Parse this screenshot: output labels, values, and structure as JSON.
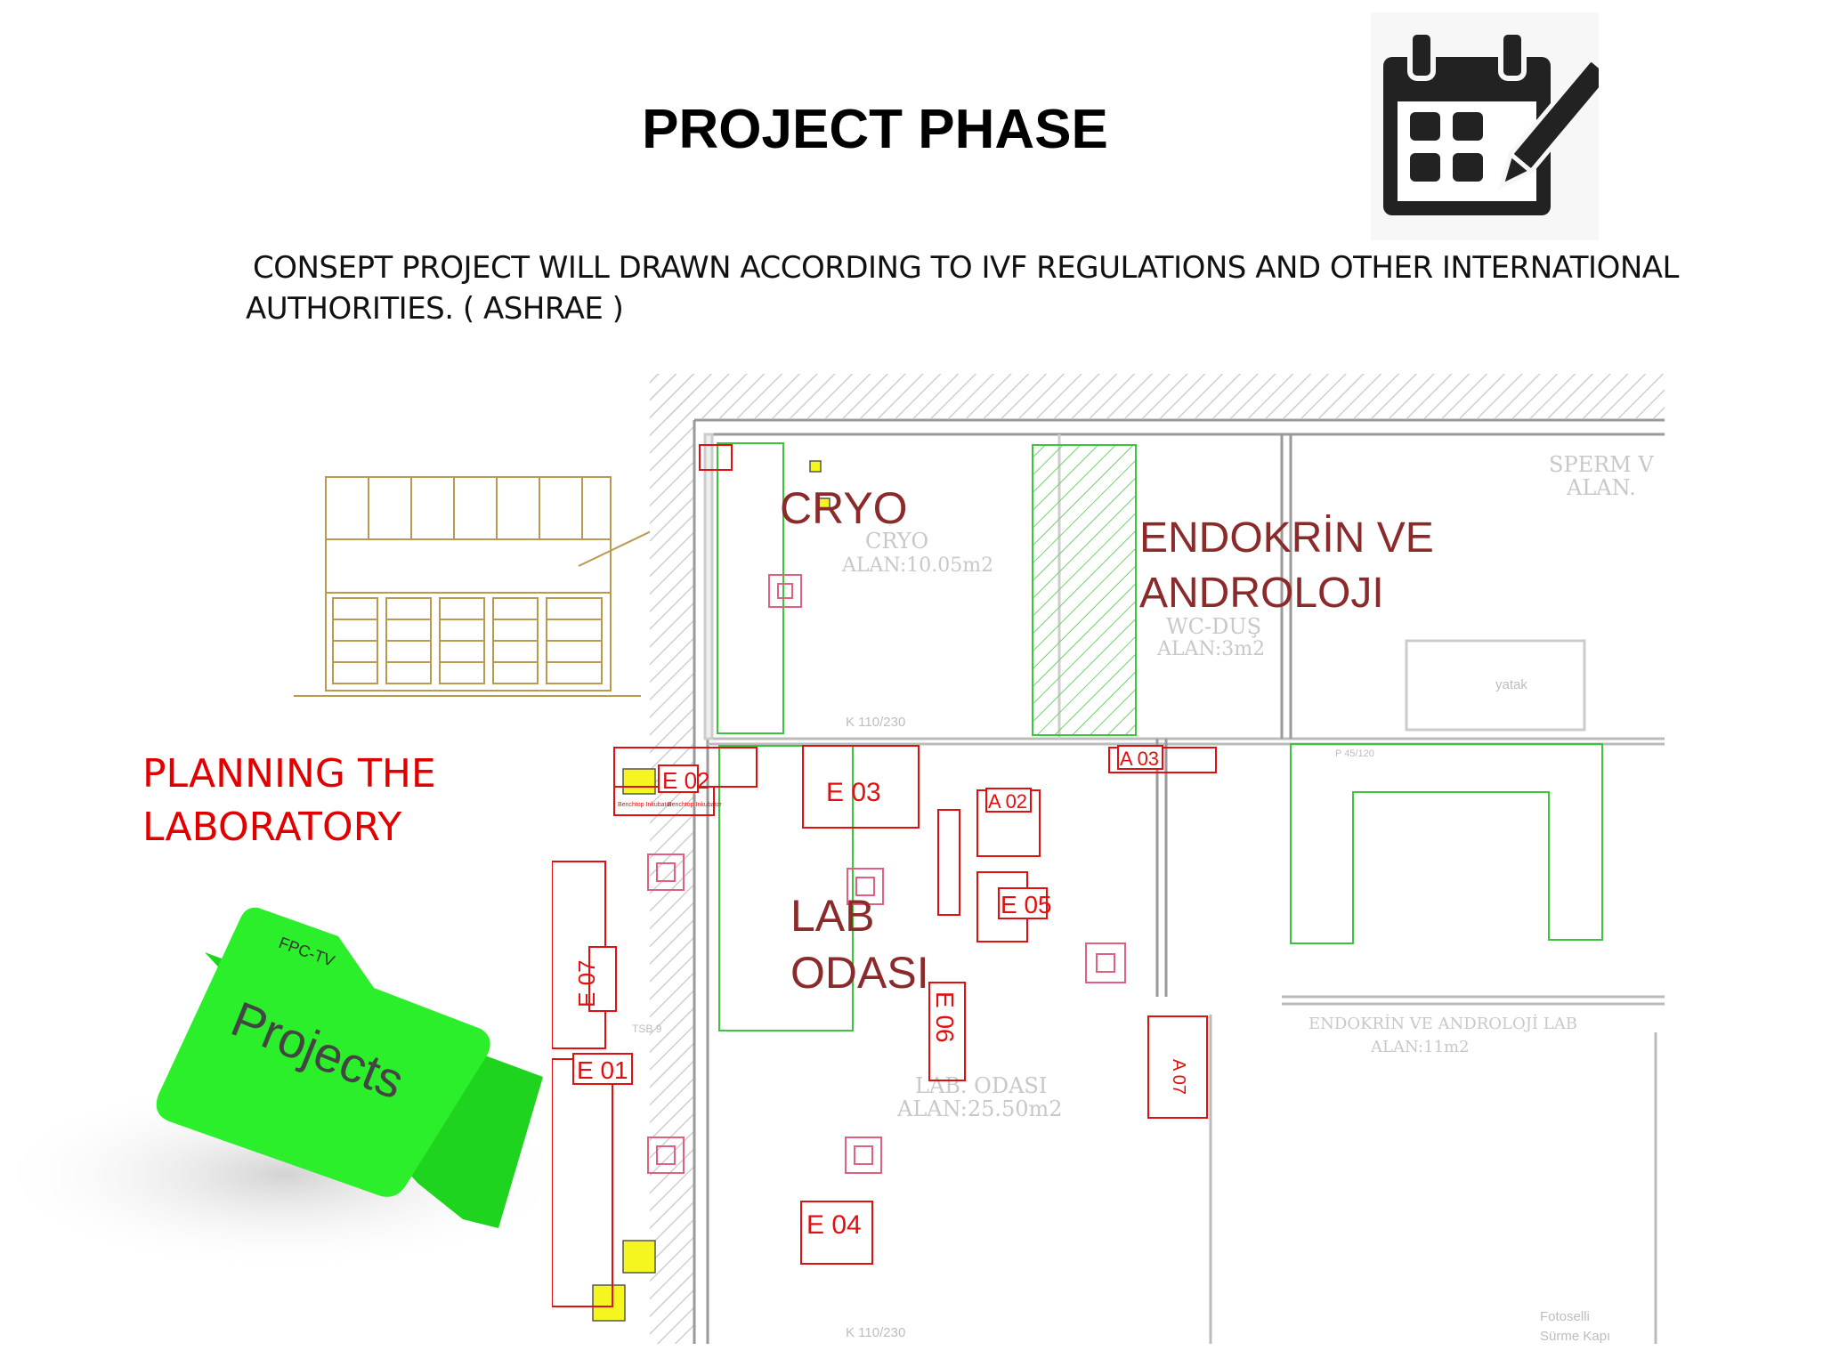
{
  "header": {
    "title": "PROJECT PHASE",
    "description_line1": "CONSEPT PROJECT WILL DRAWN ACCORDING TO IVF REGULATIONS AND OTHER INTERNATIONAL",
    "description_line2": "AUTHORITIES. ( ASHRAE )",
    "icon": "calendar-edit-icon"
  },
  "sidebar": {
    "planning_line1": "PLANNING THE",
    "planning_line2": "LABORATORY",
    "folder_tab": "FPC-TV",
    "folder_label": "Projects",
    "folder_color": "#2bef2b"
  },
  "floorplan": {
    "rooms": {
      "cryo": "CRYO",
      "cryo_small": "CRYO",
      "cryo_area": "ALAN:10.05m2",
      "endo_line1": "ENDOKRİN VE",
      "endo_line2": "ANDROLOJI",
      "wc": "WC-DUŞ",
      "wc_area": "ALAN:3m2",
      "sperm_line1": "SPERM V",
      "sperm_line2": "ALAN.",
      "lab_line1": "LAB",
      "lab_line2": "ODASI",
      "lab_small": "LAB. ODASI",
      "lab_area": "ALAN:25.50m2",
      "endo_small": "ENDOKRİN VE ANDROLOJİ LAB",
      "endo_small_area": "ALAN:11m2",
      "yatak": "yatak",
      "door1": "K 110/230",
      "door2": "K 110/230",
      "door3": "P 45/120",
      "foto_line1": "Fotoselli",
      "foto_line2": "Sürme Kapı",
      "tsb": "TSB 9"
    },
    "equipment": {
      "e01": "E 01",
      "e02": "E 02",
      "e03": "E 03",
      "e04": "E 04",
      "e05": "E 05",
      "e06": "E 06",
      "e07": "E 07",
      "a02": "A 02",
      "a03": "A 03",
      "a07": "A 07",
      "bench1": "Benchtop Inkubator",
      "bench2": "Benchtop Inkubator"
    },
    "colors": {
      "wall": "#9a9a9a",
      "green": "#3cc43c",
      "red": "#e01010",
      "label": "#8b2a2a",
      "pink": "#e06080"
    }
  }
}
